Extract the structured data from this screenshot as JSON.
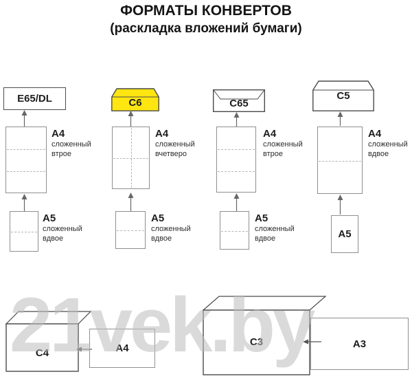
{
  "page": {
    "title": "ФОРМАТЫ КОНВЕРТОВ",
    "subtitle": "(раскладка вложений бумаги)"
  },
  "watermark": "21vek.by",
  "colors": {
    "highlight": "#ffe611"
  },
  "columns": [
    {
      "envelope_label": "E65/DL",
      "a4": {
        "label": "A4",
        "desc": "сложенный\nвтрое"
      },
      "a5": {
        "label": "A5",
        "desc": "сложенный\nвдвое"
      }
    },
    {
      "envelope_label": "C6",
      "a4": {
        "label": "A4",
        "desc": "сложенный\nвчетверо"
      },
      "a5": {
        "label": "A5",
        "desc": "сложенный\nвдвое"
      }
    },
    {
      "envelope_label": "C65",
      "a4": {
        "label": "A4",
        "desc": "сложенный\nвтрое"
      },
      "a5": {
        "label": "A5",
        "desc": "сложенный\nвдвое"
      }
    },
    {
      "envelope_label": "C5",
      "a4": {
        "label": "A4",
        "desc": "сложенный\nвдвое"
      },
      "a5": {
        "label": "A5"
      }
    }
  ],
  "bottom": {
    "c4": "C4",
    "a4": "A4",
    "c3": "C3",
    "a3": "A3"
  }
}
